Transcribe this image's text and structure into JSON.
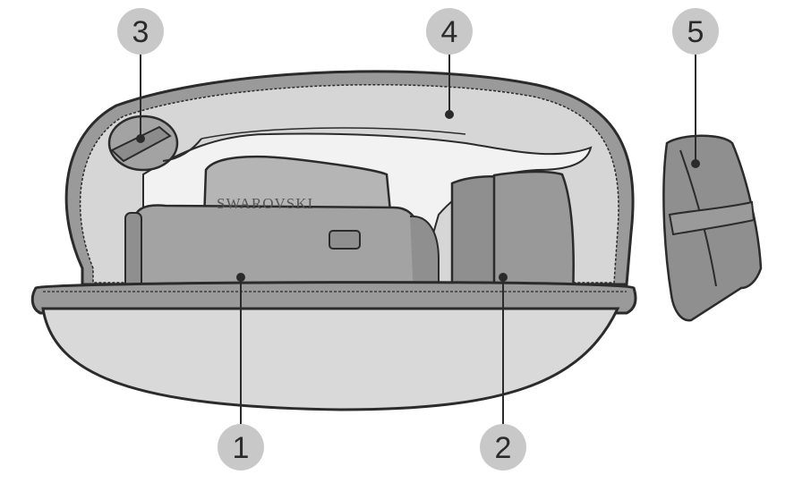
{
  "diagram": {
    "brand_text": "SWAROVSKI",
    "callouts": [
      {
        "id": "1",
        "label": "1"
      },
      {
        "id": "2",
        "label": "2"
      },
      {
        "id": "3",
        "label": "3"
      },
      {
        "id": "4",
        "label": "4"
      },
      {
        "id": "5",
        "label": "5"
      }
    ],
    "colors": {
      "outline": "#2b2b2b",
      "case_fill": "#d9d9d9",
      "lining_fill": "#d6d6d6",
      "device_fill": "#a3a3a3",
      "callout_circle": "#c8c8c8",
      "lid_lining": "#f2f2f2"
    }
  }
}
